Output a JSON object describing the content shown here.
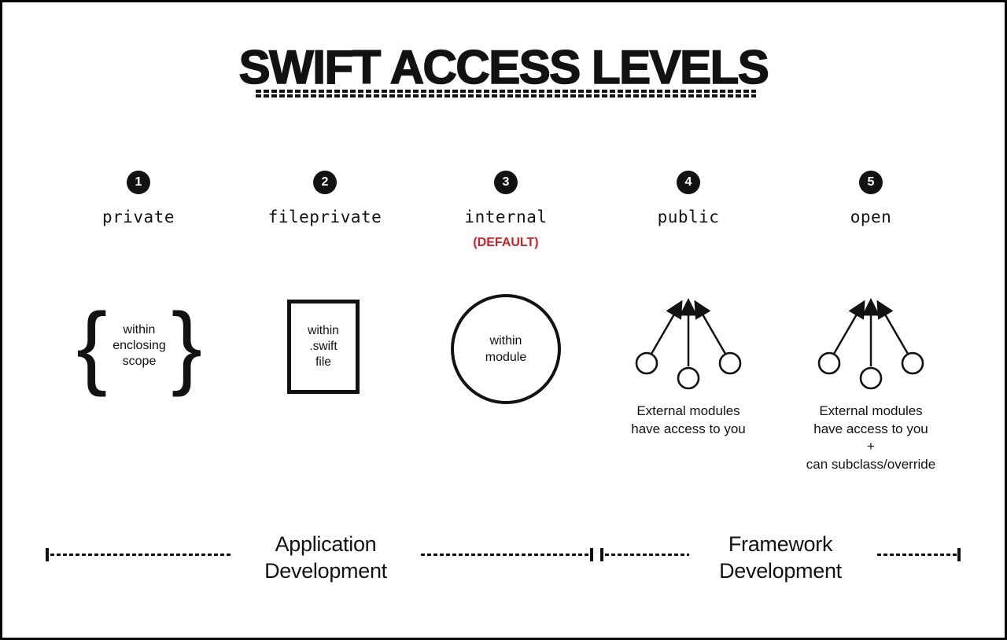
{
  "title": "SWIFT ACCESS LEVELS",
  "colors": {
    "ink": "#121212",
    "default_red": "#cf2026",
    "background": "#ffffff"
  },
  "icons": {
    "brace_left": "{",
    "brace_right": "}"
  },
  "levels": [
    {
      "number": "1",
      "name": "private",
      "visual_lines": [
        "within",
        "enclosing",
        "scope"
      ]
    },
    {
      "number": "2",
      "name": "fileprivate",
      "visual_lines": [
        "within",
        ".swift",
        "file"
      ]
    },
    {
      "number": "3",
      "name": "internal",
      "note": "(DEFAULT)",
      "visual_lines": [
        "within",
        "module"
      ]
    },
    {
      "number": "4",
      "name": "public",
      "caption_lines": [
        "External modules",
        "have access to you"
      ]
    },
    {
      "number": "5",
      "name": "open",
      "caption_lines": [
        "External modules",
        "have access to you",
        "+",
        "can subclass/override"
      ]
    }
  ],
  "axis": {
    "ranges": [
      {
        "label_lines": [
          "Application",
          "Development"
        ]
      },
      {
        "label_lines": [
          "Framework",
          "Development"
        ]
      }
    ]
  }
}
